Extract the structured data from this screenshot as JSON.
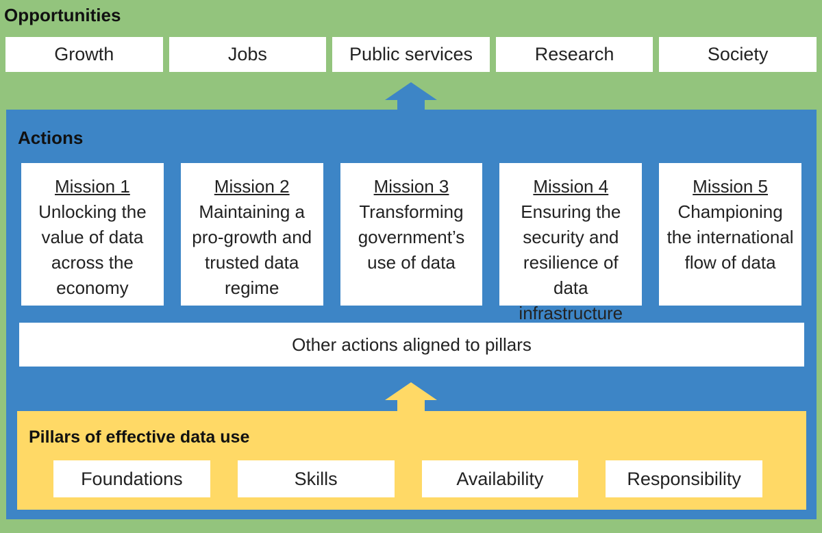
{
  "opportunities": {
    "heading": "Opportunities",
    "items": [
      "Growth",
      "Jobs",
      "Public services",
      "Research",
      "Society"
    ]
  },
  "actions": {
    "heading": "Actions",
    "missions": [
      {
        "title": "Mission 1",
        "description": "Unlocking the value of data across the economy"
      },
      {
        "title": "Mission 2",
        "description": "Maintaining a pro-growth and trusted data regime"
      },
      {
        "title": "Mission 3",
        "description": "Transforming government’s use of data"
      },
      {
        "title": "Mission 4",
        "description": "Ensuring the security and resilience of data infrastructure"
      },
      {
        "title": "Mission 5",
        "description": "Championing the international flow of data"
      }
    ],
    "other": "Other actions aligned to pillars"
  },
  "pillars": {
    "heading": "Pillars of effective data use",
    "items": [
      "Foundations",
      "Skills",
      "Availability",
      "Responsibility"
    ]
  },
  "colors": {
    "opportunities_bg": "#93c47d",
    "actions_bg": "#3d85c6",
    "pillars_bg": "#ffd966",
    "box_bg": "#ffffff"
  }
}
